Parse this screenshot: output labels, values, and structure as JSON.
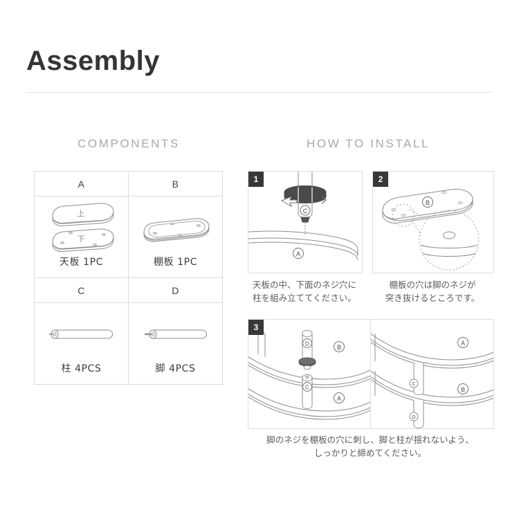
{
  "document": {
    "title": "Assembly"
  },
  "sections": {
    "components_heading": "COMPONENTS",
    "install_heading": "HOW TO INSTALL"
  },
  "components": [
    {
      "letter": "A",
      "label": "天板 1PC",
      "art": "two-stadium-boards",
      "part_marks": [
        "上",
        "下"
      ]
    },
    {
      "letter": "B",
      "label": "棚板 1PC",
      "art": "thin-stadium-board"
    },
    {
      "letter": "C",
      "label": "柱 4PCS",
      "art": "post-rod"
    },
    {
      "letter": "D",
      "label": "脚 4PCS",
      "art": "leg-rod"
    }
  ],
  "steps": [
    {
      "number": "1",
      "caption": "天板の中、下面のネジ穴に\n柱を組み立ててください。",
      "part_labels": [
        "C",
        "A"
      ]
    },
    {
      "number": "2",
      "caption": "棚板の穴は脚のネジが\n突き抜けるところです。",
      "part_labels": [
        "B"
      ]
    },
    {
      "number": "3",
      "caption": "脚のネジを棚板の穴に刺し、脚と柱が揺れないよう、\nしっかりと締めてください。",
      "part_labels": [
        "D",
        "B",
        "C",
        "A"
      ]
    }
  ],
  "colors": {
    "title_text": "#353535",
    "heading_text": "#a8a8a8",
    "body_text": "#3d3d3d",
    "caption_text": "#5a5a5a",
    "rule": "#e6e6e6",
    "table_border": "#dcdcdc",
    "panel_border": "#dedede",
    "badge_bg": "#383838",
    "line_art": "#8c8c8c",
    "background": "#ffffff"
  }
}
